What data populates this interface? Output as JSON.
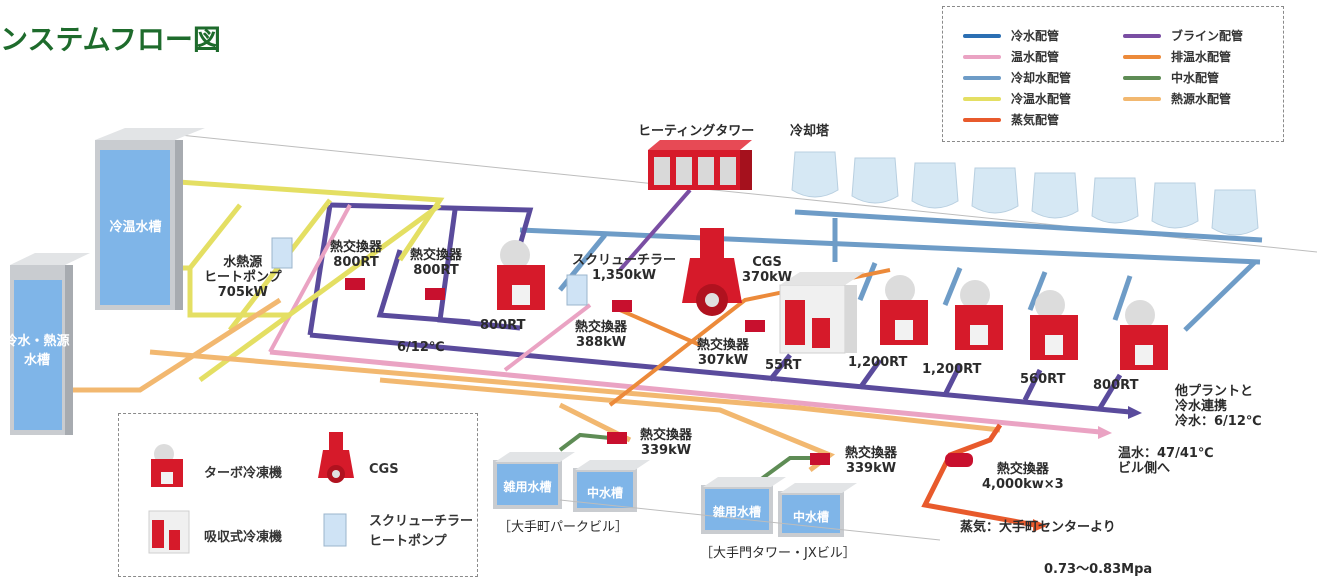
{
  "title": "ンステムフロー図",
  "legend": {
    "items": [
      {
        "label": "冷水配管",
        "color": "#2b6fb3"
      },
      {
        "label": "温水配管",
        "color": "#eaa3c3"
      },
      {
        "label": "冷却水配管",
        "color": "#6e9cc7"
      },
      {
        "label": "冷温水配管",
        "color": "#e4df63"
      },
      {
        "label": "蒸気配管",
        "color": "#e85a2c"
      },
      {
        "label": "ブライン配管",
        "color": "#7a4ea3"
      },
      {
        "label": "排温水配管",
        "color": "#ec8a3a"
      },
      {
        "label": "中水配管",
        "color": "#5e8c55"
      },
      {
        "label": "熱源水配管",
        "color": "#f2b870"
      }
    ]
  },
  "tanks": {
    "cold_hot": "冷温水槽",
    "cold_source": "冷水・熱源\n水槽"
  },
  "equipment": {
    "heating_tower": "ヒーティングタワー",
    "cooling_tower": "冷却塔",
    "heat_pump": "水熱源\nヒートポンプ\n705kW",
    "hx1": "熱交換器\n800RT",
    "hx2": "熱交換器\n800RT",
    "turbo_800": "800RT",
    "screw": "スクリューチラー\n1,350kW",
    "hx_388": "熱交換器\n388kW",
    "cgs": "CGS\n370kW",
    "hx_307": "熱交換器\n307kW",
    "abs_55": "55RT",
    "t1200a": "1,200RT",
    "t1200b": "1,200RT",
    "t560": "560RT",
    "t800b": "800RT",
    "temp": "6/12℃",
    "other_plant": "他プラントと\n冷水連携\n冷水：6/12℃",
    "hot_water": "温水：47/41℃\nビル側へ",
    "hx_4000": "熱交換器\n4,000kw×3",
    "steam": "蒸気：大手町センターより",
    "pressure": "0.73〜0.83Mpa",
    "hx_339a": "熱交換器\n339kW",
    "hx_339b": "熱交換器\n339kW"
  },
  "buildings": [
    {
      "misc": "雑用水槽",
      "mid": "中水槽",
      "name": "［大手町パークビル］"
    },
    {
      "misc": "雑用水槽",
      "mid": "中水槽",
      "name": "［大手門タワー・JXビル］"
    }
  ],
  "key": {
    "turbo": "ターボ冷凍機",
    "cgs": "CGS",
    "absorption": "吸収式冷凍機",
    "screw": "スクリューチラー\nヒートポンプ"
  },
  "colors": {
    "chilled": "#2b6fb3",
    "hot": "#eaa3c3",
    "cooling": "#6e9cc7",
    "coldhot": "#e4df63",
    "steam": "#e85a2c",
    "brine": "#7a4ea3",
    "exhaust": "#ec8a3a",
    "grey": "#5e8c55",
    "source": "#f2b870",
    "machine_red": "#d61a2a"
  }
}
